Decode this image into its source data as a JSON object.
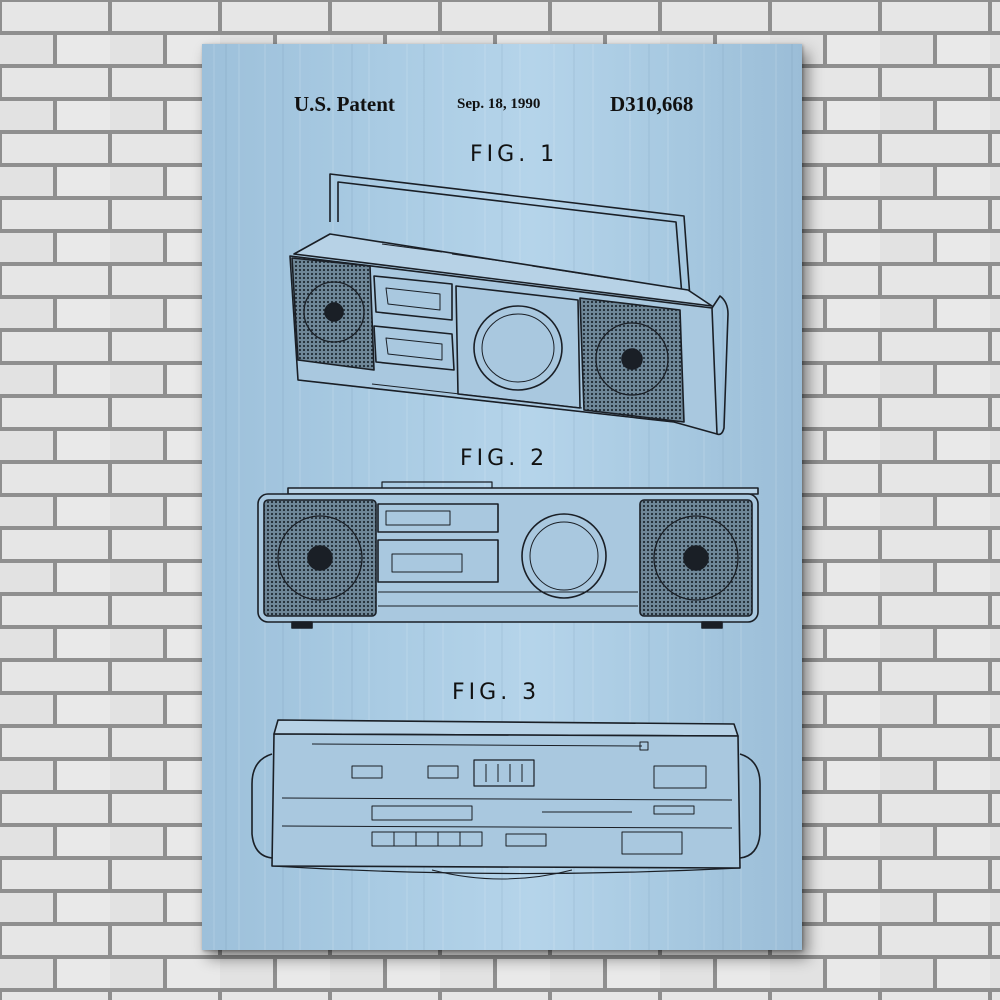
{
  "patent": {
    "left": "U.S. Patent",
    "date": "Sep. 18, 1990",
    "number": "D310,668"
  },
  "figures": [
    {
      "label": "FIG. 1"
    },
    {
      "label": "FIG. 2"
    },
    {
      "label": "FIG. 3"
    }
  ],
  "colors": {
    "poster": "#a9cbe3",
    "ink": "#1a1f26",
    "wall": "#dcdcdc",
    "mortar": "#9b9b9b"
  }
}
